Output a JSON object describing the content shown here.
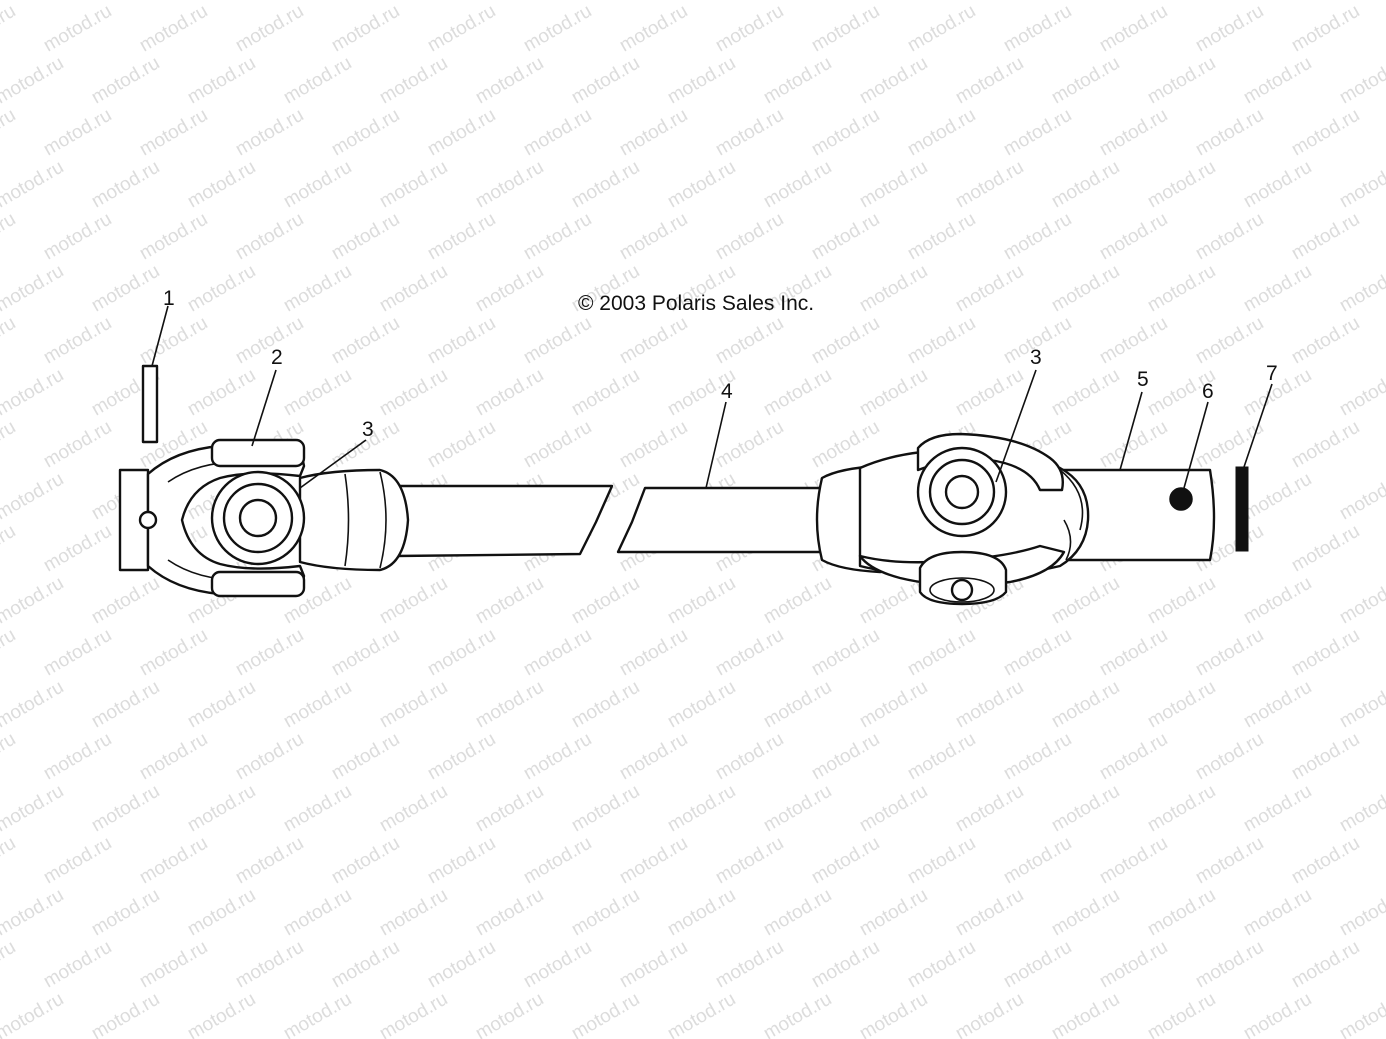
{
  "copyright": "© 2003 Polaris Sales Inc.",
  "watermark": "motod.ru",
  "callouts": [
    "1",
    "2",
    "3",
    "4",
    "3",
    "5",
    "6",
    "7"
  ],
  "colors": {
    "line": "#111111",
    "watermark": "#dcdcdc",
    "background": "#ffffff"
  }
}
